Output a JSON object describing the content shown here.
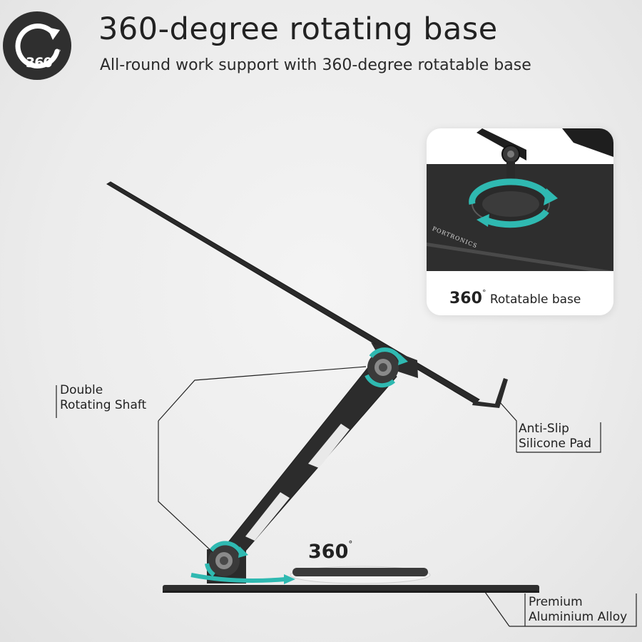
{
  "header": {
    "badge_text": "360",
    "badge_degree": "°",
    "title": "360-degree rotating base",
    "subtitle": "All-round work support with 360-degree rotatable base"
  },
  "inset": {
    "brand": "PORTRONICS",
    "caption_number": "360",
    "caption_degree": "°",
    "caption_text": "Rotatable base"
  },
  "callouts": {
    "shaft_line1": "Double",
    "shaft_line2": "Rotating Shaft",
    "pad_line1": "Anti-Slip",
    "pad_line2": "Silicone Pad",
    "alloy_line1": "Premium",
    "alloy_line2": "Aluminium Alloy",
    "base_number": "360",
    "base_degree": "°"
  },
  "colors": {
    "metal": "#2b2b2b",
    "accent": "#2fb9b1",
    "leader": "#222222"
  }
}
